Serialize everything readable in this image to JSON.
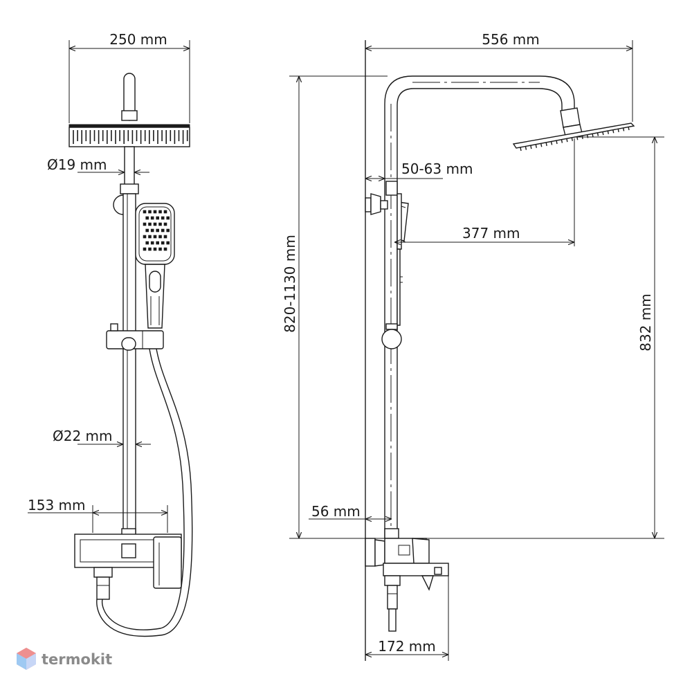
{
  "dimensions": {
    "front_width": "250 mm",
    "front_head_pipe": "Ø19 mm",
    "front_bar": "Ø22 mm",
    "front_mixer": "153 mm",
    "side_width": "556 mm",
    "side_height_range": "820-1130 mm",
    "side_bracket": "50-63 mm",
    "side_hand_offset": "377 mm",
    "side_head_height": "832 mm",
    "side_wall_offset": "56 mm",
    "side_mixer_depth": "172 mm"
  },
  "watermark": {
    "text": "termokit",
    "color": "#8a8a8a"
  }
}
